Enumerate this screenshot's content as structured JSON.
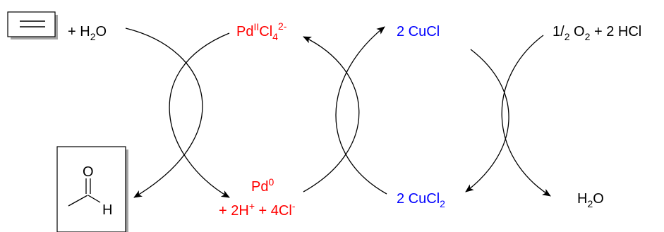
{
  "colors": {
    "ink": "#000000",
    "palladium": "#ff0000",
    "copper": "#0000ff",
    "box_shadow": "#a6a6a6"
  },
  "left_cycle": {
    "reactant_rest": "+ H",
    "reactant_sub": "2",
    "reactant_tail": "O",
    "product_atoms": {
      "oxygen": "O",
      "hydrogen": "H"
    }
  },
  "palladium": {
    "pd2_base": "Pd",
    "pd2_ox_state": "II",
    "pd2_ligand": "Cl",
    "pd2_ligand_count": "4",
    "pd2_charge": "2-",
    "pd0_base": "Pd",
    "pd0_ox_state": "0",
    "pd0_byproducts_a": "+ 2H",
    "pd0_byproducts_a_charge": "+",
    "pd0_byproducts_b": " + 4Cl",
    "pd0_byproducts_b_charge": "-"
  },
  "copper": {
    "cucl": "2 CuCl",
    "cucl2_base": "2 CuCl",
    "cucl2_sub": "2"
  },
  "reoxidation": {
    "oxidant_one": "1/",
    "oxidant_half": "2",
    "oxidant_o": " O",
    "oxidant_o_sub": "2",
    "oxidant_tail": " + 2 HCl",
    "water": "H",
    "water_sub": "2",
    "water_tail": "O"
  }
}
